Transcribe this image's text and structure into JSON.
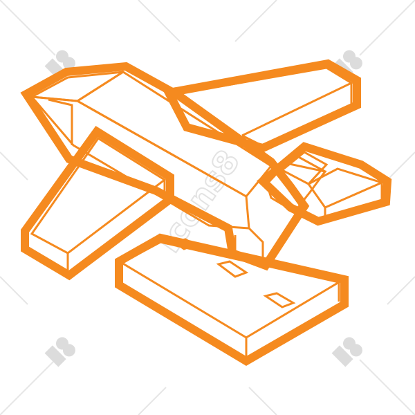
{
  "illustration": {
    "subject": "airplane-over-runway-icon",
    "style": "isometric-line-art"
  },
  "colors": {
    "stroke_outer": "#f58a1f",
    "stroke_inner": "#f58a1f",
    "background": "#ffffff",
    "watermark": "#d9d9d9"
  },
  "watermark": {
    "text": "icons8",
    "mark": "icons8-logo"
  }
}
